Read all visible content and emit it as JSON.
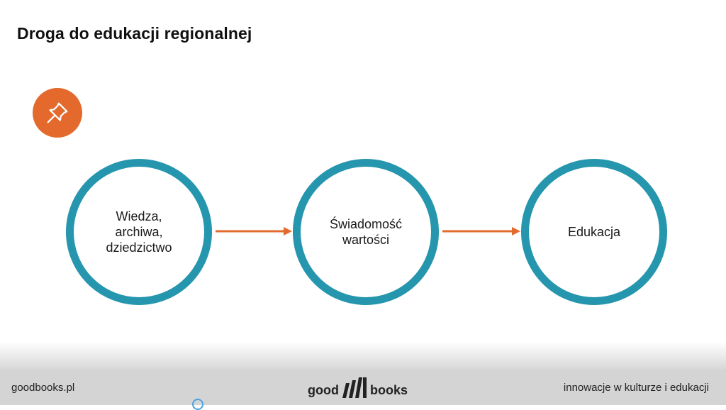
{
  "slide": {
    "title": "Droga do edukacji regionalnej",
    "accent_color": "#e36a2c",
    "circle_color": "#2596ad",
    "icon": "pushpin-icon"
  },
  "flow": {
    "nodes": [
      {
        "label": "Wiedza,\narchiwa,\ndziedzictwo"
      },
      {
        "label": "Świadomość\nwartości"
      },
      {
        "label": "Edukacja"
      }
    ]
  },
  "footer": {
    "website": "goodbooks.pl",
    "logo_left": "good",
    "logo_right": "books",
    "tagline": "innowacje w kulturze i edukacji"
  }
}
